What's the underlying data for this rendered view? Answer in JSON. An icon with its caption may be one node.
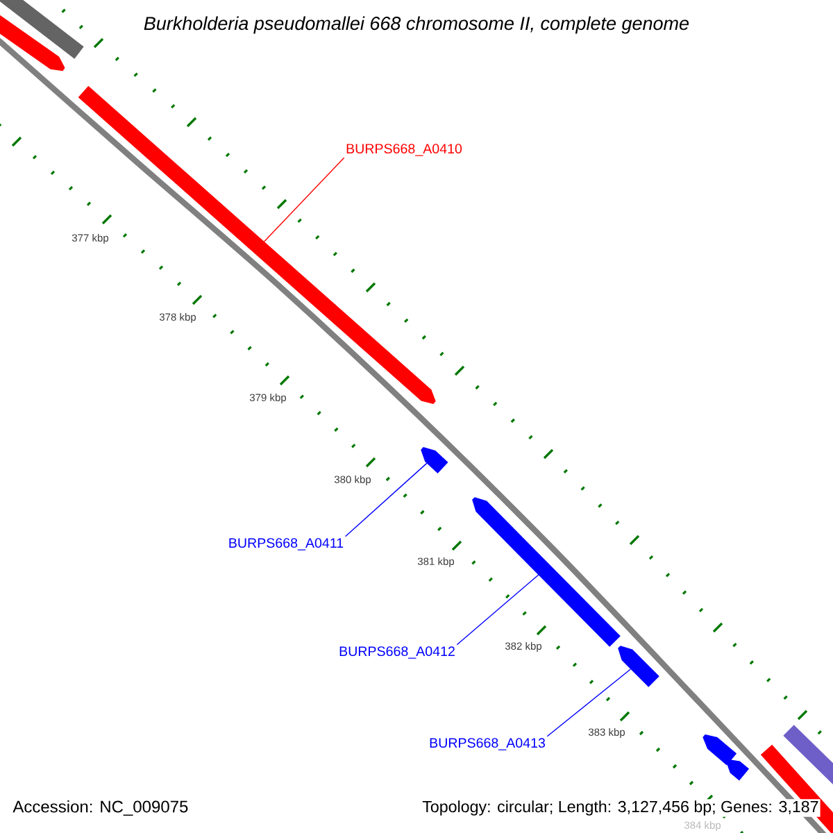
{
  "diagram": {
    "title": "Burkholderia pseudomallei 668 chromosome II, complete genome",
    "nodes": [
      {
        "text": [
          "BURPS668_A0410"
        ]
      },
      {
        "text": [],
        "shape": "arrow"
      },
      {
        "text": [
          "BURPS668_A0411"
        ]
      },
      {
        "text": [],
        "shape": "arrow"
      },
      {
        "text": [
          "BURPS668_A0412"
        ]
      },
      {
        "text": [],
        "shape": "arrow"
      },
      {
        "text": [
          "BURPS668_A0413"
        ]
      },
      {
        "text": [],
        "shape": "arrow"
      }
    ],
    "edges": [
      {
        "from": 0,
        "to": 1,
        "arrow": "none",
        "color": "#ff0000"
      },
      {
        "from": 2,
        "to": 3,
        "arrow": "none"
      },
      {
        "from": 4,
        "to": 5,
        "arrow": "none"
      },
      {
        "from": 6,
        "to": 7,
        "arrow": "none"
      }
    ],
    "labels": [
      "377 kbp",
      "378 kbp",
      "379 kbp",
      "380 kbp",
      "381 kbp",
      "382 kbp",
      "383 kbp",
      "384 kbp",
      "Accession: NC_009075",
      "Topology: circular; Length: 3,127,456 bp; Genes: 3,187"
    ]
  }
}
